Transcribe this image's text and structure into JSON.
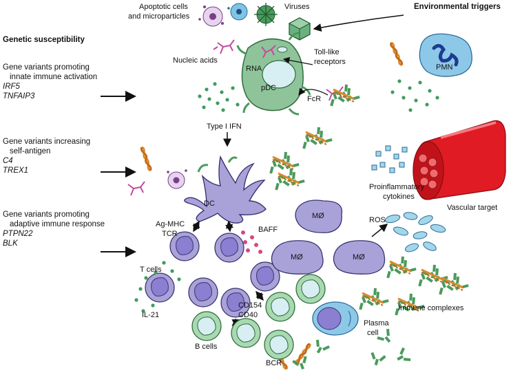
{
  "header": {
    "genetic_susceptibility": "Genetic susceptibility",
    "environmental_triggers": "Environmental triggers"
  },
  "genetics": {
    "innate": {
      "line1": "Gene variants promoting",
      "line2": "innate immune activation",
      "gene1": "IRF5",
      "gene2": "TNFAIP3"
    },
    "self_antigen": {
      "line1": "Gene variants increasing",
      "line2": "self-antigen",
      "gene1": "C4",
      "gene2": "TREX1"
    },
    "adaptive": {
      "line1": "Gene variants promoting",
      "line2": "adaptive immune response",
      "gene1": "PTPN22",
      "gene2": "BLK"
    }
  },
  "labels": {
    "apoptotic_1": "Apoptotic cells",
    "apoptotic_2": "and microparticles",
    "viruses": "Viruses",
    "nucleic_acids": "Nucleic acids",
    "rna": "RNA",
    "pdc": "pDC",
    "tlr_1": "Toll-like",
    "tlr_2": "receptors",
    "fcr": "FcR",
    "pmn": "PMN",
    "type1_ifn": "Type I IFN",
    "dc": "DC",
    "ag_mhc": "Ag-MHC",
    "tcr": "TCR",
    "baff": "BAFF",
    "mo": "MØ",
    "ros": "ROS",
    "proinflammatory_1": "Proinflammatory",
    "proinflammatory_2": "cytokines",
    "vascular_target": "Vascular target",
    "t_cells": "T cells",
    "il21": "IL-21",
    "cd154": "CD154",
    "cd40": "CD40",
    "b_cells": "B cells",
    "bcr": "BCR",
    "plasma_1": "Plasma",
    "plasma_2": "cell",
    "immune_complexes": "Immune complexes"
  },
  "colors": {
    "pdc": "#8fc49a",
    "dc": "#a9a2d8",
    "t_cell_nucleus": "#8a7fd0",
    "b_cell": "#a8d9b0",
    "pmn": "#8ec8e8",
    "vessel": "#e01b24",
    "dots": "#3f9b5e",
    "baff": "#d6477f",
    "antibody": "#4a9a5c",
    "dna": "#d98a2b"
  }
}
